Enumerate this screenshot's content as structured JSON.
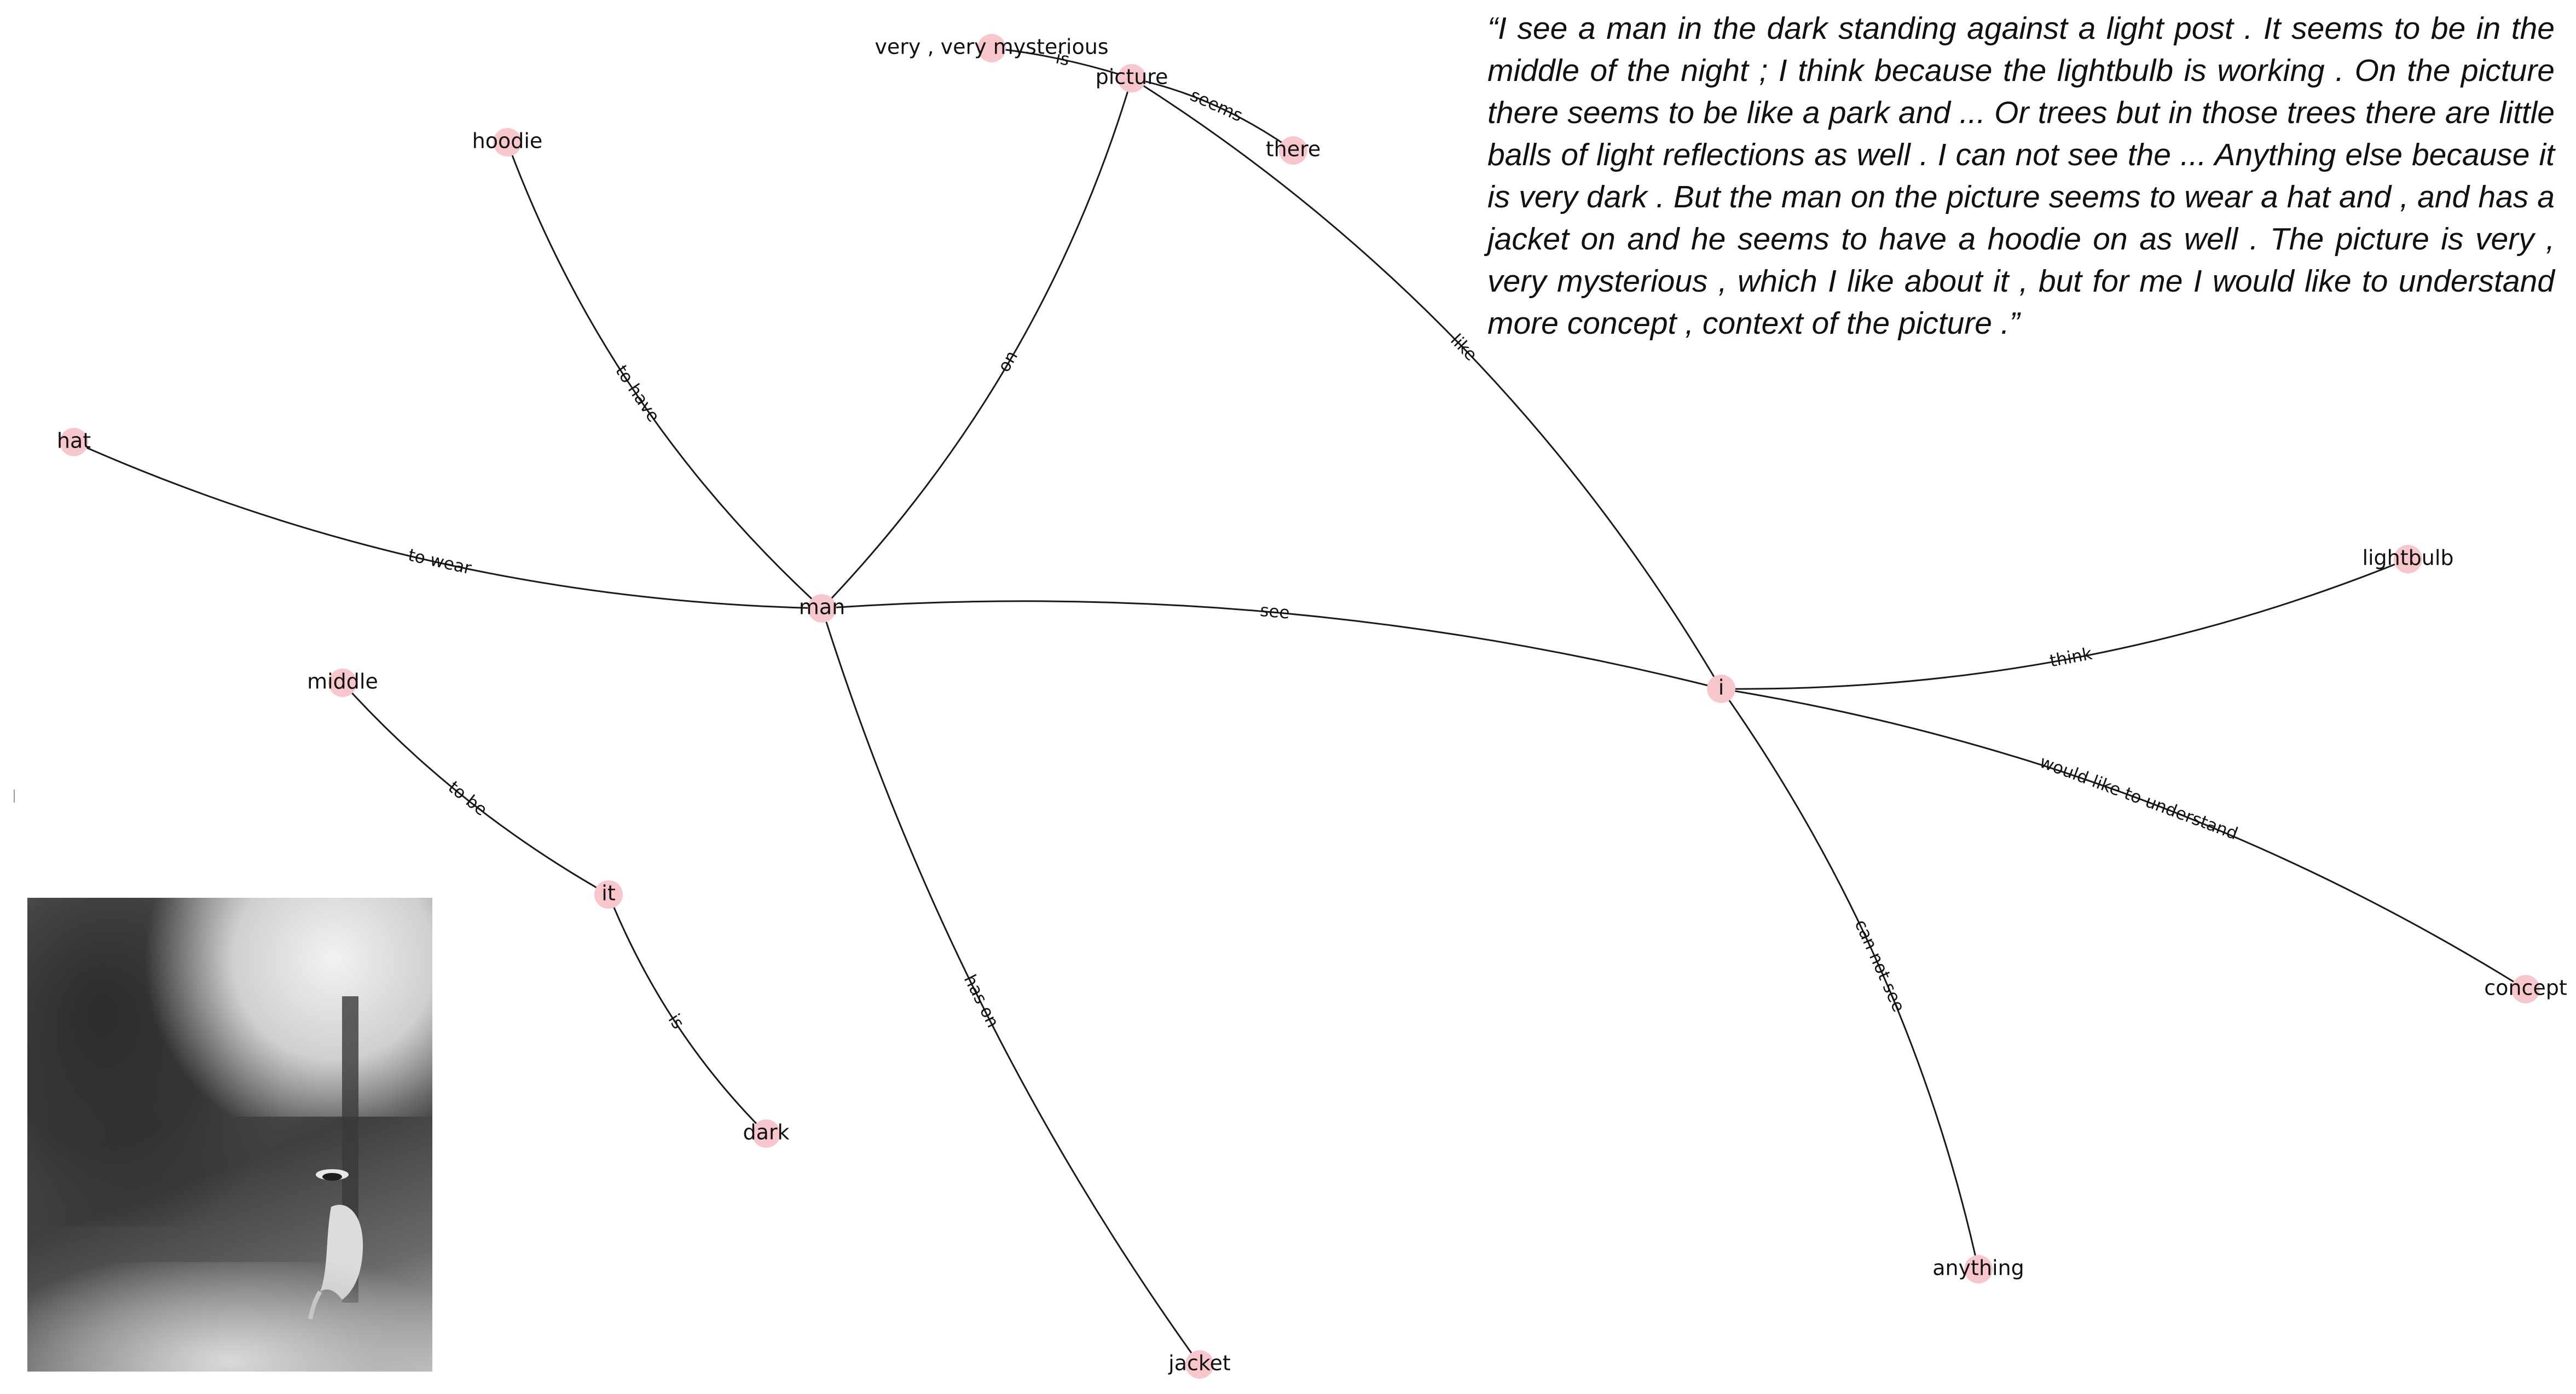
{
  "quote": "“I see a man in the dark standing against a light post . It seems to be in the middle of the night ; I think because the lightbulb is working . On the picture there seems to be like a park and ... Or trees but in those trees there are little balls of light reflections as well . I can not see the ... Anything else because it is very dark . But the man on the picture seems to wear a hat and , and has a jacket on and he seems to have a hoodie on as well . The picture is very , very mysterious , which I like about it , but for me I would like to understand more concept , context of the picture .”",
  "colors": {
    "node": "#f7c7cd",
    "edge": "#1a1a1a",
    "text": "#111111"
  },
  "photo_icon": "photo-thumbnail",
  "nodes": [
    {
      "id": "very_mysterious",
      "label": "very , very mysterious"
    },
    {
      "id": "picture",
      "label": "picture"
    },
    {
      "id": "there",
      "label": "there"
    },
    {
      "id": "hoodie",
      "label": "hoodie"
    },
    {
      "id": "hat",
      "label": "hat"
    },
    {
      "id": "man",
      "label": "man"
    },
    {
      "id": "middle",
      "label": "middle"
    },
    {
      "id": "it",
      "label": "it"
    },
    {
      "id": "dark",
      "label": "dark"
    },
    {
      "id": "jacket",
      "label": "jacket"
    },
    {
      "id": "i",
      "label": "i"
    },
    {
      "id": "lightbulb",
      "label": "lightbulb"
    },
    {
      "id": "concept",
      "label": "concept"
    },
    {
      "id": "anything",
      "label": "anything"
    }
  ],
  "edges": [
    {
      "from": "man",
      "to": "hoodie",
      "label": "to have"
    },
    {
      "from": "man",
      "to": "hat",
      "label": "to wear"
    },
    {
      "from": "man",
      "to": "picture",
      "label": "on"
    },
    {
      "from": "man",
      "to": "jacket",
      "label": "has on"
    },
    {
      "from": "i",
      "to": "man",
      "label": "see"
    },
    {
      "from": "i",
      "to": "picture",
      "label": "like"
    },
    {
      "from": "i",
      "to": "lightbulb",
      "label": "think"
    },
    {
      "from": "i",
      "to": "concept",
      "label": "would like to understand"
    },
    {
      "from": "i",
      "to": "anything",
      "label": "can not see"
    },
    {
      "from": "there",
      "to": "picture",
      "label": "seems"
    },
    {
      "from": "picture",
      "to": "very_mysterious",
      "label": "is"
    },
    {
      "from": "it",
      "to": "middle",
      "label": "to be"
    },
    {
      "from": "it",
      "to": "dark",
      "label": "is"
    }
  ]
}
